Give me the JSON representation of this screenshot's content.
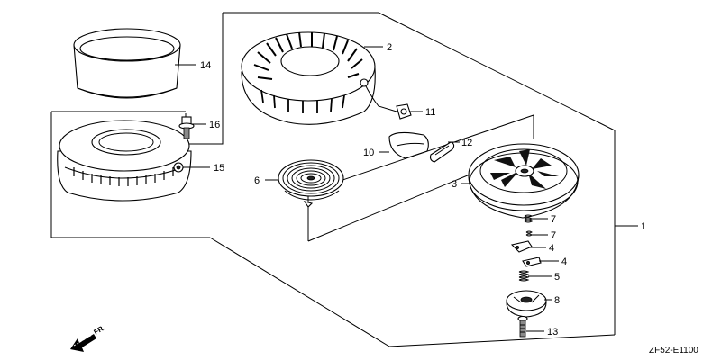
{
  "diagram": {
    "callouts": {
      "c1": "1",
      "c2": "2",
      "c3": "3",
      "c4a": "4",
      "c4b": "4",
      "c5": "5",
      "c6": "6",
      "c7a": "7",
      "c7b": "7",
      "c8": "8",
      "c10": "10",
      "c11": "11",
      "c12": "12",
      "c13": "13",
      "c14": "14",
      "c15": "15",
      "c16": "16"
    },
    "front_label": "FR.",
    "figure_code": "ZF52-E1100"
  }
}
